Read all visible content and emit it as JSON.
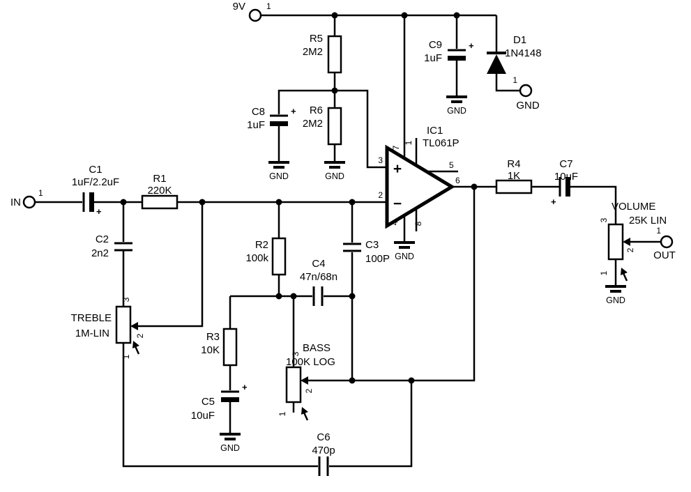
{
  "power": {
    "label": "9V",
    "pin": "1"
  },
  "gnd_terminal": {
    "label": "GND",
    "pin": "1"
  },
  "input": {
    "label": "IN",
    "pin": "1"
  },
  "output": {
    "label": "OUT",
    "pin": "1"
  },
  "gnd": "GND",
  "polarity": "+",
  "opamp": {
    "ref": "IC1",
    "part": "TL061P",
    "plus": "+",
    "minus": "−",
    "pins": {
      "p1": "1",
      "p2": "2",
      "p3": "3",
      "p4": "4",
      "p5": "5",
      "p6": "6",
      "p7": "7",
      "p8": "8"
    }
  },
  "resistors": {
    "R1": {
      "ref": "R1",
      "value": "220K"
    },
    "R2": {
      "ref": "R2",
      "value": "100k"
    },
    "R3": {
      "ref": "R3",
      "value": "10K"
    },
    "R4": {
      "ref": "R4",
      "value": "1K"
    },
    "R5": {
      "ref": "R5",
      "value": "2M2"
    },
    "R6": {
      "ref": "R6",
      "value": "2M2"
    }
  },
  "capacitors": {
    "C1": {
      "ref": "C1",
      "value": "1uF/2.2uF"
    },
    "C2": {
      "ref": "C2",
      "value": "2n2"
    },
    "C3": {
      "ref": "C3",
      "value": "100P"
    },
    "C4": {
      "ref": "C4",
      "value": "47n/68n"
    },
    "C5": {
      "ref": "C5",
      "value": "10uF"
    },
    "C6": {
      "ref": "C6",
      "value": "470p"
    },
    "C7": {
      "ref": "C7",
      "value": "10uF"
    },
    "C8": {
      "ref": "C8",
      "value": "1uF"
    },
    "C9": {
      "ref": "C9",
      "value": "1uF"
    }
  },
  "diode": {
    "ref": "D1",
    "value": "1N4148"
  },
  "pots": {
    "treble": {
      "label": "TREBLE",
      "value": "1M-LIN"
    },
    "bass": {
      "label": "BASS",
      "value": "100K LOG"
    },
    "volume": {
      "label": "VOLUME",
      "value": "25K LIN"
    }
  },
  "pot_pins": {
    "p1": "1",
    "p2": "2",
    "p3": "3"
  }
}
